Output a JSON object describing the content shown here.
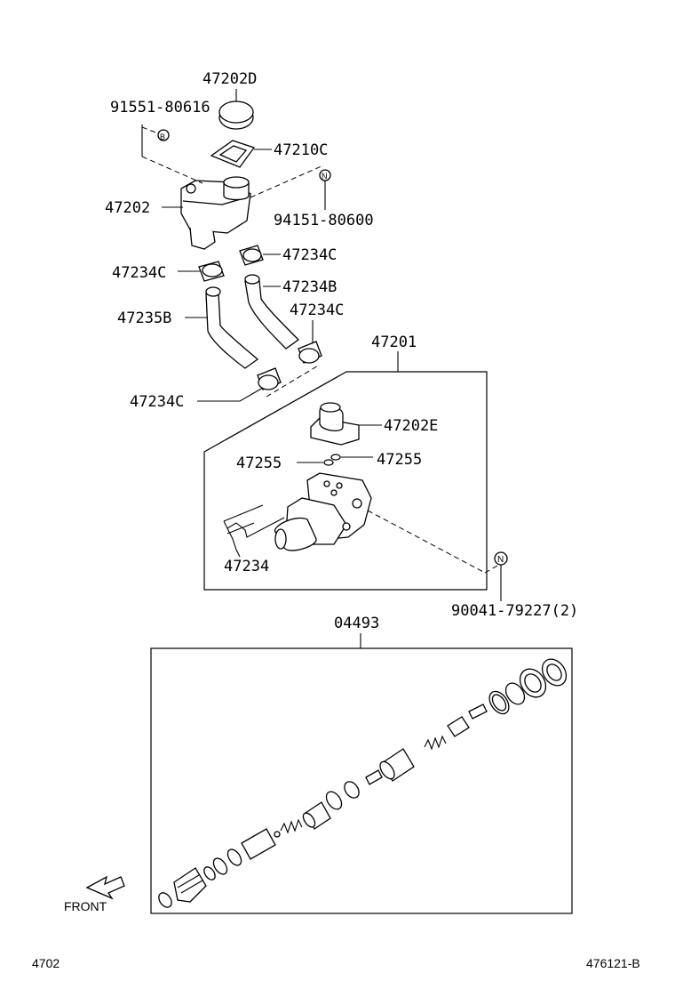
{
  "labels": {
    "p47202D": "47202D",
    "p91551": "91551-80616",
    "p47210C": "47210C",
    "p47202": "47202",
    "p94151": "94151-80600",
    "p47234C_a": "47234C",
    "p47234C_b": "47234C",
    "p47234B": "47234B",
    "p47235B": "47235B",
    "p47234C_c": "47234C",
    "p47201": "47201",
    "p47234C_d": "47234C",
    "p47202E": "47202E",
    "p47255_a": "47255",
    "p47255_b": "47255",
    "p47234": "47234",
    "p90041": "90041-79227(2)",
    "p04493": "04493"
  },
  "callouts": {
    "B": "B",
    "N1": "N",
    "N2": "N"
  },
  "front": "FRONT",
  "footer": {
    "left": "4702",
    "right": "476121-B"
  },
  "icons": {
    "front_arrow": "front-arrow-icon"
  }
}
